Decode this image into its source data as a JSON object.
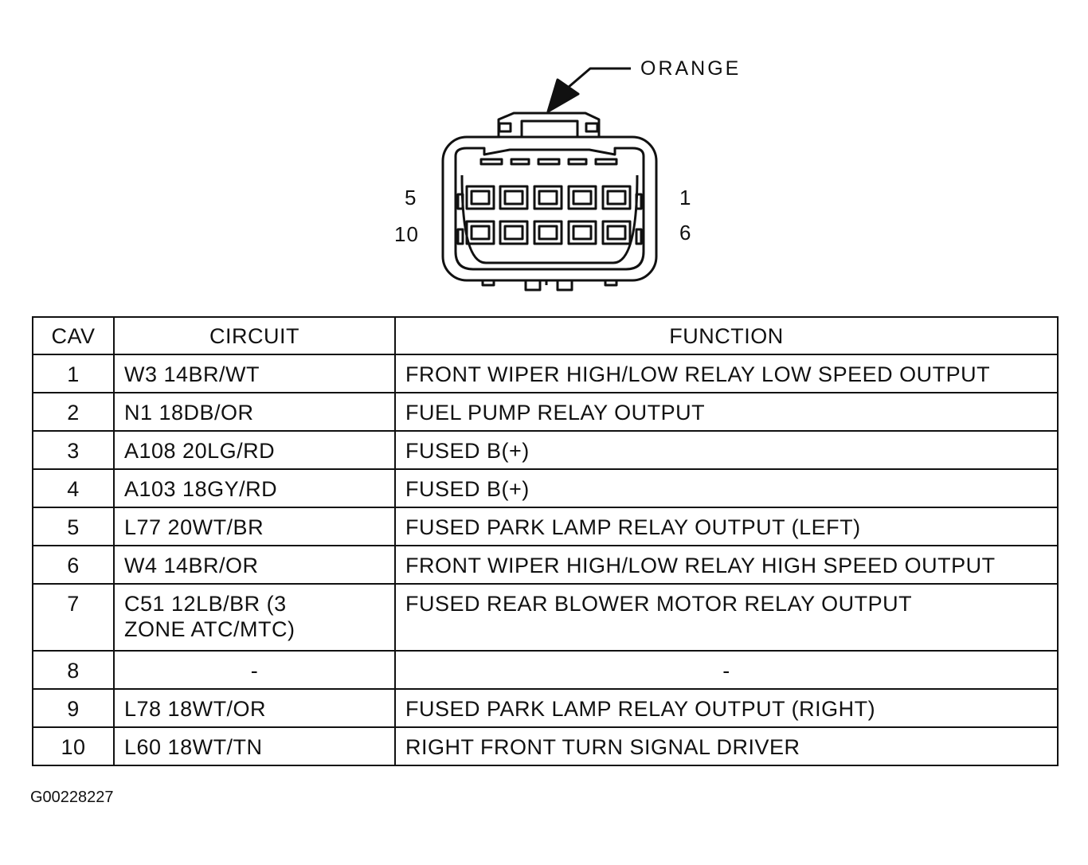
{
  "connector": {
    "color_label": "ORANGE",
    "pin_labels": {
      "top_left": "5",
      "top_right": "1",
      "bottom_left": "10",
      "bottom_right": "6"
    }
  },
  "table": {
    "headers": {
      "cav": "CAV",
      "circuit": "CIRCUIT",
      "function": "FUNCTION"
    },
    "rows": [
      {
        "cav": "1",
        "circuit": "W3 14BR/WT",
        "function": "FRONT WIPER HIGH/LOW RELAY LOW SPEED OUTPUT"
      },
      {
        "cav": "2",
        "circuit": "N1 18DB/OR",
        "function": "FUEL PUMP RELAY OUTPUT"
      },
      {
        "cav": "3",
        "circuit": "A108 20LG/RD",
        "function": "FUSED B(+)"
      },
      {
        "cav": "4",
        "circuit": "A103 18GY/RD",
        "function": "FUSED B(+)"
      },
      {
        "cav": "5",
        "circuit": "L77 20WT/BR",
        "function": "FUSED PARK LAMP RELAY OUTPUT (LEFT)"
      },
      {
        "cav": "6",
        "circuit": "W4 14BR/OR",
        "function": "FRONT WIPER HIGH/LOW RELAY HIGH SPEED OUTPUT"
      },
      {
        "cav": "7",
        "circuit": "C51 12LB/BR (3 ZONE ATC/MTC)",
        "function": "FUSED REAR BLOWER MOTOR RELAY OUTPUT"
      },
      {
        "cav": "8",
        "circuit": "-",
        "function": "-"
      },
      {
        "cav": "9",
        "circuit": "L78 18WT/OR",
        "function": "FUSED PARK LAMP RELAY OUTPUT (RIGHT)"
      },
      {
        "cav": "10",
        "circuit": "L60 18WT/TN",
        "function": "RIGHT FRONT TURN SIGNAL DRIVER"
      }
    ]
  },
  "figure_code": "G00228227"
}
